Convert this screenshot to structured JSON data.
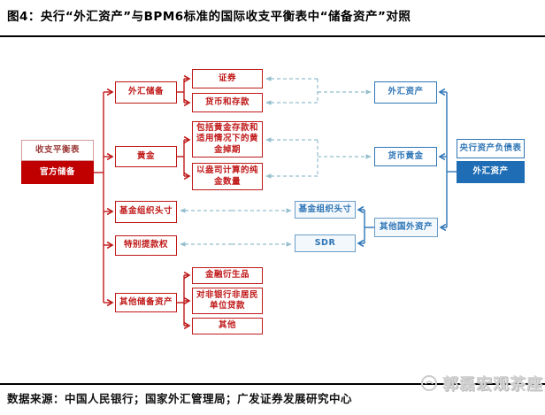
{
  "title": "图4：央行“外汇资产”与BPM6标准的国际收支平衡表中“储备资产”对照",
  "footer": {
    "source": "数据来源：中国人民银行；国家外汇管理局；广发证券发展研究中心"
  },
  "watermark": {
    "text": "郭磊宏观茶座"
  },
  "colors": {
    "red_accent": "#c00000",
    "blue_accent": "#1f6db4",
    "blue_border": "#2e75b6",
    "dashed_link": "#95bfce"
  },
  "diagram": {
    "bop_side": {
      "balance_table": "收支平衡表",
      "official_reserves": "官方储备",
      "categories": [
        "外汇储备",
        "黄金",
        "基金组织头寸",
        "特别提款权",
        "其他储备资产"
      ],
      "fx_reserve_items": [
        "证券",
        "货币和存款"
      ],
      "gold_items": [
        "包括黄金存款和适用情况下的黄金掉期",
        "以盎司计算的纯金数量"
      ],
      "other_reserve_items": [
        "金融衍生品",
        "对非银行非居民单位贷款",
        "其他"
      ]
    },
    "pboc_side": {
      "balance_sheet": "央行资产负债表",
      "fx_assets": "外汇资产",
      "assets": [
        "外汇资产",
        "货币黄金",
        "其他国外资产"
      ],
      "sub_assets": [
        "基金组织头寸",
        "SDR"
      ]
    }
  }
}
